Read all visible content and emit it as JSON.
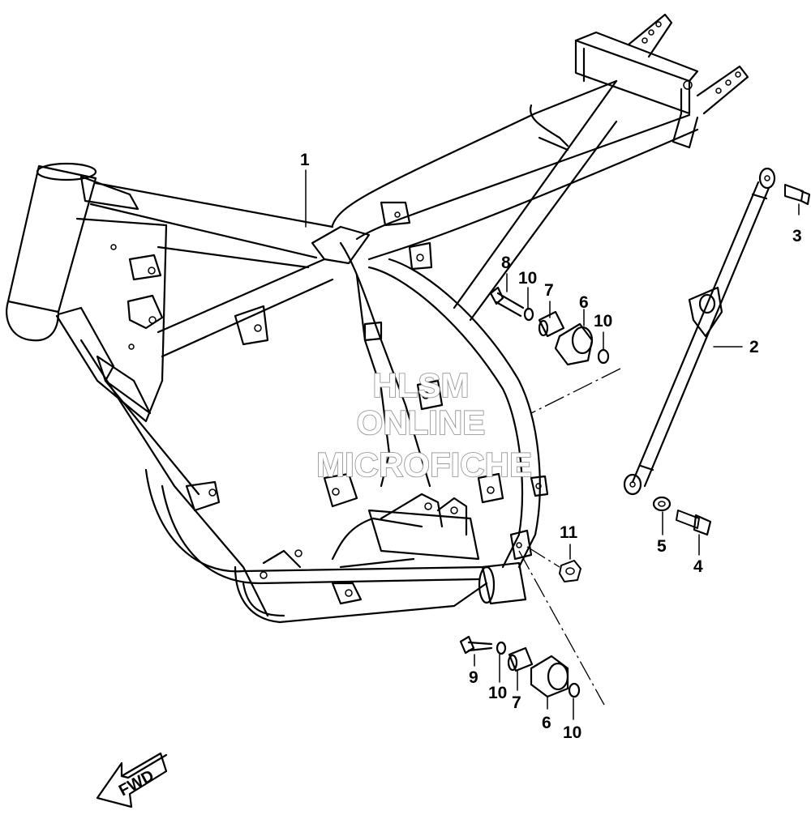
{
  "watermark": {
    "line1": "HLSM",
    "line2": "ONLINE",
    "line3": "MICROFICHE"
  },
  "fwd_label": "FWD",
  "callouts": [
    "1",
    "2",
    "3",
    "4",
    "5",
    "6",
    "7",
    "8",
    "9",
    "10",
    "11"
  ],
  "colors": {
    "line": "#000000",
    "background": "#ffffff",
    "watermark_outline": "#8a8a8a"
  }
}
